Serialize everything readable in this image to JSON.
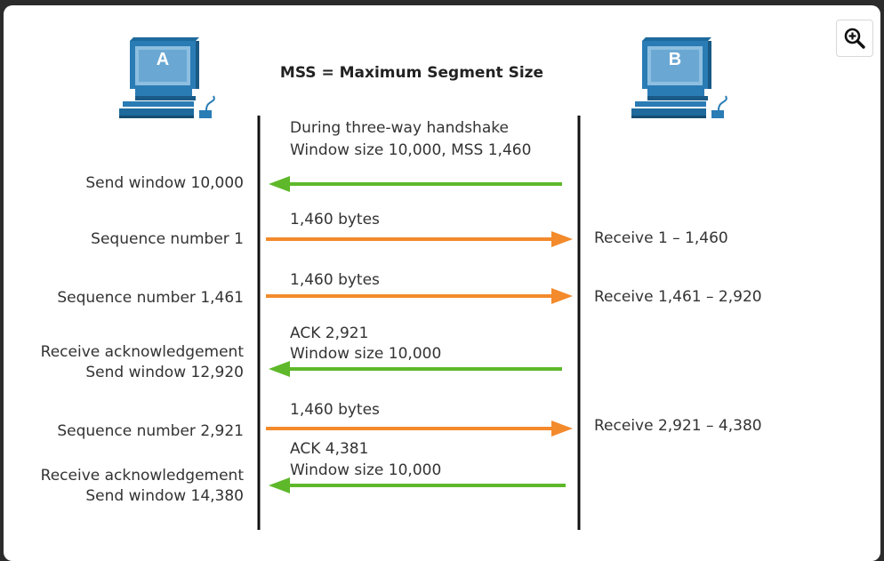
{
  "title": "MSS = Maximum Segment Size",
  "hosts": {
    "a": "A",
    "b": "B"
  },
  "zoom_icon": "zoom-in-icon",
  "colors": {
    "send": "#f38a2c",
    "ack": "#5eb82a",
    "host": "#2a7cb5",
    "line": "#111111"
  },
  "handshake": {
    "line1": "During three-way handshake",
    "line2": "Window size 10,000, MSS 1,460"
  },
  "left_labels": {
    "send_window_1": "Send window 10,000",
    "seq_1": "Sequence number 1",
    "seq_1461": "Sequence number 1,461",
    "recv_ack_1": "Receive acknowledgement",
    "send_window_2": "Send window 12,920",
    "seq_2921": "Sequence number 2,921",
    "recv_ack_2": "Receive acknowledgement",
    "send_window_3": "Send window 14,380"
  },
  "middle_labels": {
    "bytes_1": "1,460 bytes",
    "bytes_2": "1,460 bytes",
    "ack_1": "ACK 2,921",
    "ack_1_window": "Window size 10,000",
    "bytes_3": "1,460 bytes",
    "ack_2": "ACK 4,381",
    "ack_2_window": "Window size 10,000"
  },
  "right_labels": {
    "recv_1": "Receive 1 – 1,460",
    "recv_2": "Receive 1,461 – 2,920",
    "recv_3": "Receive 2,921 – 4,380"
  }
}
